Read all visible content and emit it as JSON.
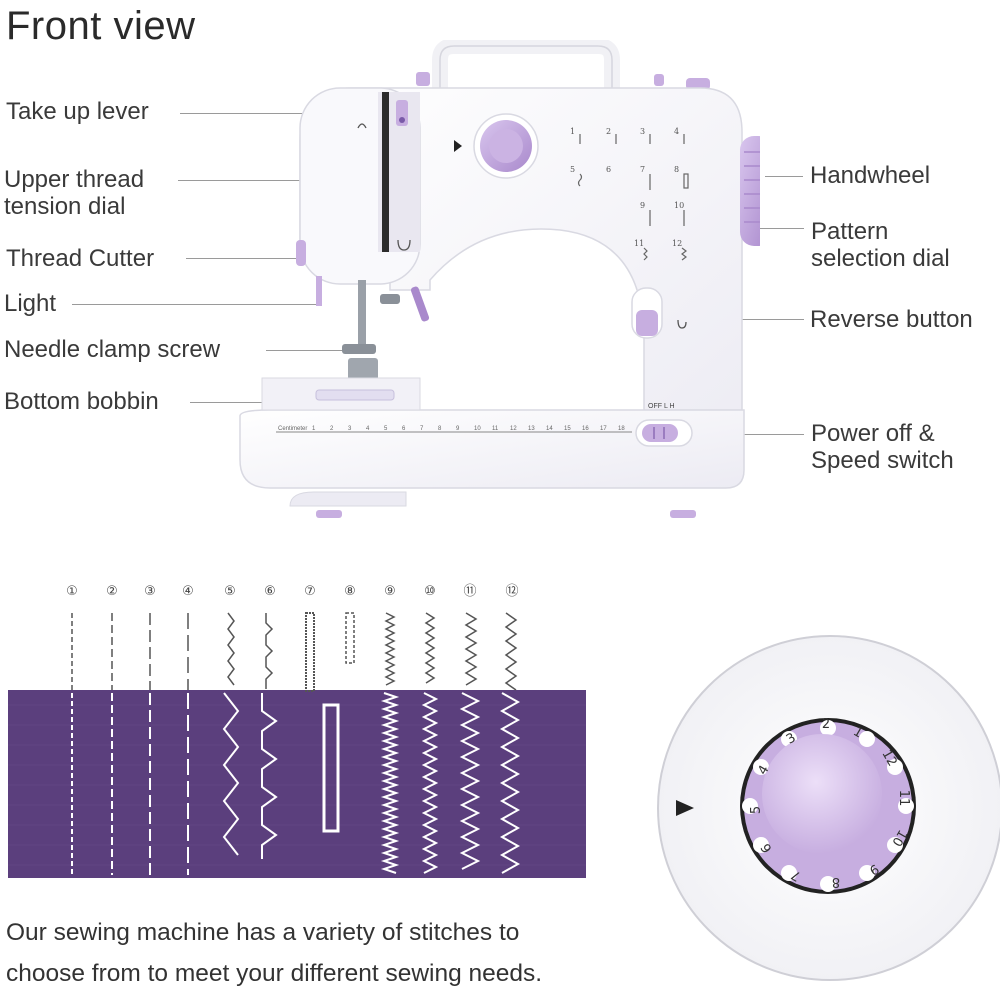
{
  "title": "Front view",
  "callouts": {
    "take_up_lever": "Take up lever",
    "upper_thread_line1": "Upper thread",
    "upper_thread_line2": "tension dial",
    "thread_cutter": "Thread Cutter",
    "light": "Light",
    "needle_clamp": "Needle clamp screw",
    "bottom_bobbin": "Bottom bobbin",
    "handwheel": "Handwheel",
    "pattern_line1": "Pattern",
    "pattern_line2": "selection dial",
    "reverse_button": "Reverse button",
    "power_line1": "Power off &",
    "power_line2": "Speed switch"
  },
  "machine": {
    "switch_label": "OFF  L  H",
    "ruler_label": "Centimeter",
    "ruler_numbers": [
      "1",
      "2",
      "3",
      "4",
      "5",
      "6",
      "7",
      "8",
      "9",
      "10",
      "11",
      "12",
      "13",
      "14",
      "15",
      "16",
      "17",
      "18"
    ],
    "panel_numbers": [
      "1",
      "2",
      "3",
      "4",
      "5",
      "6",
      "7",
      "8",
      "9",
      "10",
      "11",
      "12"
    ]
  },
  "stitches": {
    "labels": [
      "①",
      "②",
      "③",
      "④",
      "⑤",
      "⑥",
      "⑦",
      "⑧",
      "⑨",
      "⑩",
      "⑪",
      "⑫"
    ]
  },
  "caption": {
    "line1": "Our sewing machine has a variety of stitches to",
    "line2": "choose from to meet your different sewing needs."
  },
  "dial": {
    "numbers": [
      "1",
      "2",
      "3",
      "4",
      "5",
      "6",
      "7",
      "8",
      "9",
      "10",
      "11",
      "12"
    ]
  },
  "colors": {
    "purple_fabric": "#5b3f7d",
    "lavender": "#c7aee0",
    "machine_white": "#f7f7fb"
  }
}
